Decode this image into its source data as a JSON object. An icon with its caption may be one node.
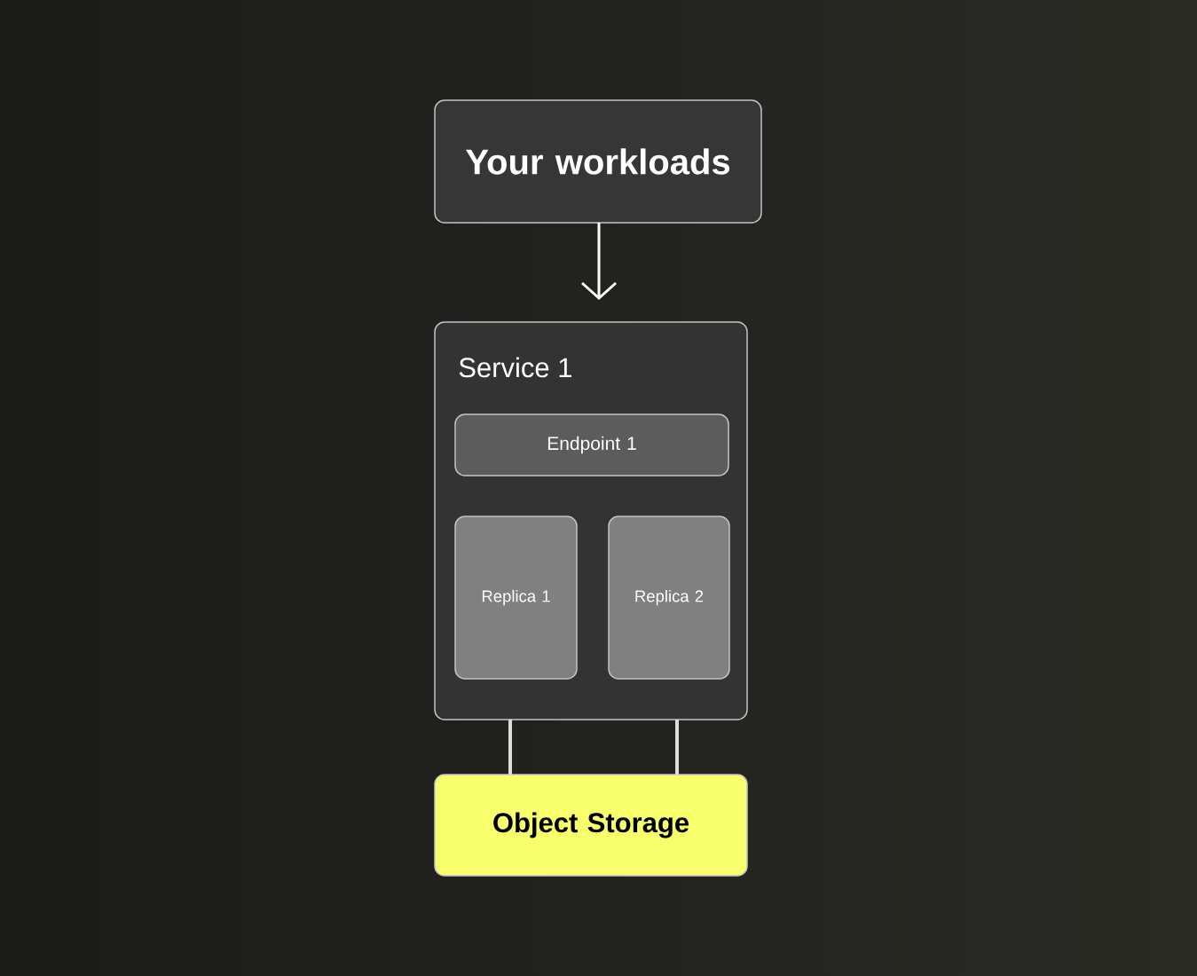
{
  "diagram": {
    "nodes": [
      {
        "text": [
          "Your workloads"
        ]
      },
      {
        "text": [
          "Service 1"
        ]
      },
      {
        "text": [
          "Endpoint 1"
        ],
        "in": 1
      },
      {
        "text": [
          "Replica 1"
        ],
        "in": 1
      },
      {
        "text": [
          "Replica 2"
        ],
        "in": 1
      },
      {
        "text": [
          "Object Storage"
        ]
      }
    ],
    "edges": [
      {
        "from": 0,
        "to": 1,
        "arrow": "to"
      },
      {
        "from": 1,
        "to": 5,
        "arrow": "none"
      },
      {
        "from": 1,
        "to": 5,
        "arrow": "none"
      }
    ]
  }
}
